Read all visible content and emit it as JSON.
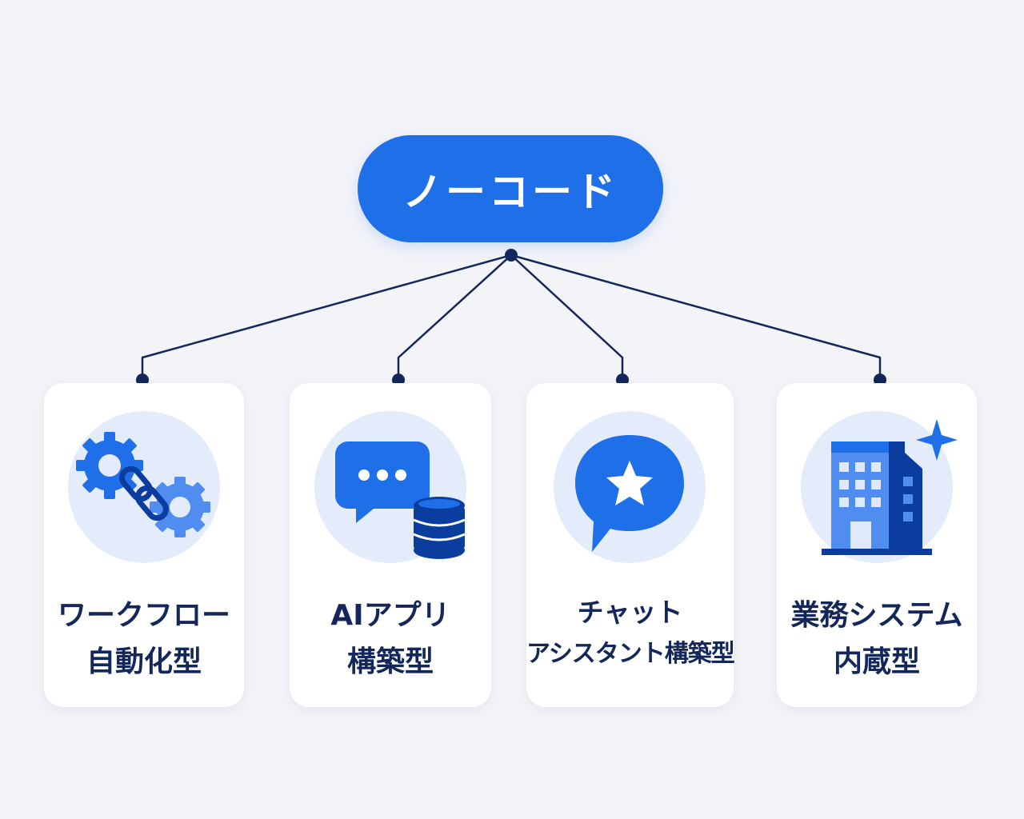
{
  "root": {
    "label": "ノーコード"
  },
  "colors": {
    "background": "#f3f4f8",
    "primary_blue": "#1f6fe8",
    "navy": "#14275a",
    "light_blue": "#e4ecfb",
    "mid_blue": "#4f8ef0",
    "dark_blue": "#0b3d9e"
  },
  "categories": [
    {
      "icon": "gears-chain-icon",
      "line1": "ワークフロー",
      "line2": "自動化型"
    },
    {
      "icon": "chat-database-icon",
      "line1": "AIアプリ",
      "line2": "構築型"
    },
    {
      "icon": "chat-star-icon",
      "line1": "チャット",
      "line2": "アシスタント構築型"
    },
    {
      "icon": "building-sparkle-icon",
      "line1": "業務システム",
      "line2": "内蔵型"
    }
  ]
}
